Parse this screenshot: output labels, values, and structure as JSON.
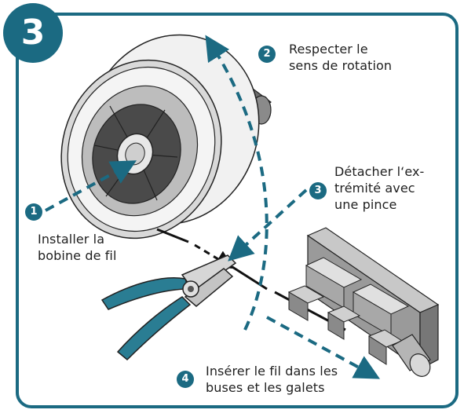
{
  "step_number": "3",
  "steps": [
    {
      "number": "1",
      "lines": [
        "Installer la",
        "bobine de fil"
      ]
    },
    {
      "number": "2",
      "lines": [
        "Respecter le",
        "sens de rotation"
      ]
    },
    {
      "number": "3",
      "lines": [
        "Détacher l‘ex-",
        "trémité avec",
        "une pince"
      ]
    },
    {
      "number": "4",
      "lines": [
        "Insérer le fil dans les",
        "buses et les galets"
      ]
    }
  ],
  "colors": {
    "accent": "#1b6a82",
    "frame": "#1b6a82",
    "text": "#1f1f1f"
  }
}
